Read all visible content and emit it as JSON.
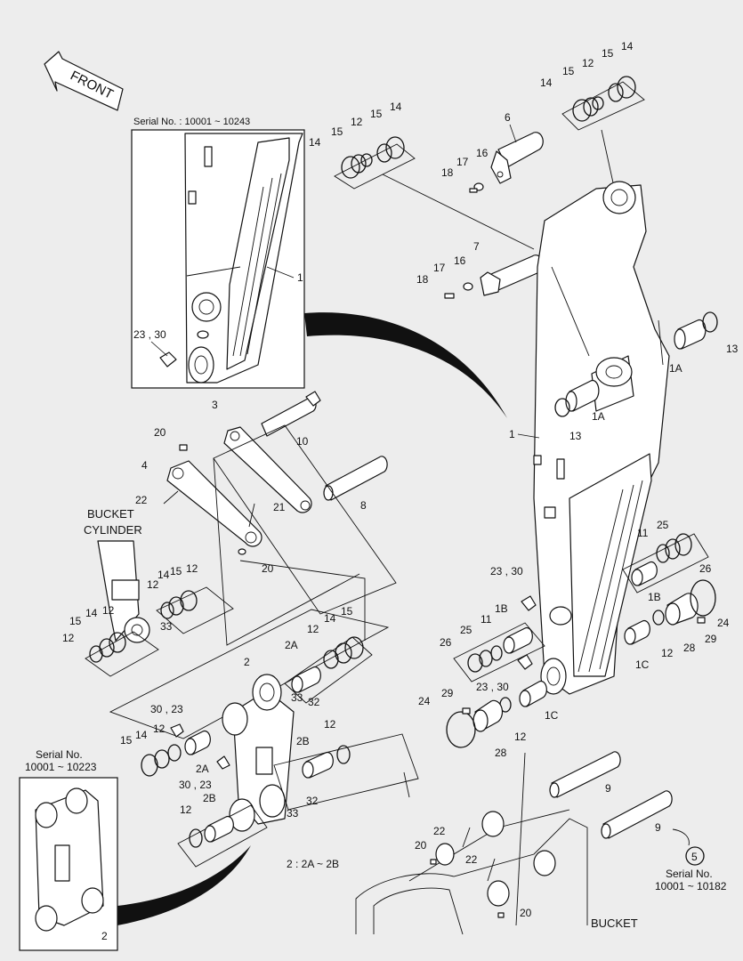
{
  "front_arrow": {
    "label": "FRONT"
  },
  "inset_top": {
    "serial_text": "Serial No. : 10001 ~ 10243"
  },
  "inset_bottom": {
    "serial_line1": "Serial No.",
    "serial_line2": "10001 ~ 10223"
  },
  "bucket_cylinder": {
    "line1": "BUCKET",
    "line2": "CYLINDER"
  },
  "bucket": {
    "label": "BUCKET"
  },
  "note": {
    "text": "2 : 2A ~ 2B"
  },
  "ref5": {
    "number": "5",
    "serial_line1": "Serial No.",
    "serial_line2": "10001 ~ 10182"
  },
  "labels": {
    "l1a": "1",
    "l1b": "1",
    "l1c": "13",
    "l1d": "1A",
    "l1e": "1A",
    "l1f": "13",
    "l2": "6",
    "l3": "16",
    "l4": "17",
    "l5": "18",
    "l6": "7",
    "l7": "16",
    "l8": "17",
    "l9": "18",
    "l10": "14",
    "l11": "15",
    "l12": "12",
    "l13": "15",
    "l14": "14",
    "l15": "14",
    "l16": "15",
    "l17": "12",
    "l18": "15",
    "l19": "14",
    "l20": "23 , 30",
    "l21": "3",
    "l22": "20",
    "l23": "4",
    "l24": "22",
    "l25": "10",
    "l26": "8",
    "l27": "21",
    "l28": "20",
    "l29": "14",
    "l30": "15",
    "l31": "12",
    "l32": "12",
    "l33": "15",
    "l34": "14",
    "l35": "12",
    "l36": "12",
    "l37": "33",
    "l38": "12",
    "l39": "14",
    "l40": "15",
    "l41": "2A",
    "l42": "2",
    "l43": "32",
    "l44": "33",
    "l45": "30 , 23",
    "l46": "15",
    "l47": "14",
    "l48": "12",
    "l49": "2A",
    "l50": "30 , 23",
    "l51": "2B",
    "l52": "32",
    "l53": "33",
    "l54": "12",
    "l55": "12",
    "l56": "2B",
    "l57": "23 , 30",
    "l58": "1B",
    "l59": "25",
    "l60": "11",
    "l61": "26",
    "l62": "23 , 30",
    "l63": "29",
    "l64": "24",
    "l65": "12",
    "l66": "1C",
    "l67": "28",
    "l68": "11",
    "l69": "25",
    "l70": "26",
    "l71": "1B",
    "l72": "24",
    "l73": "29",
    "l74": "28",
    "l75": "12",
    "l76": "1C",
    "l77": "9",
    "l78": "9",
    "l79": "22",
    "l80": "20",
    "l81": "22",
    "l82": "20",
    "l83": "2"
  }
}
